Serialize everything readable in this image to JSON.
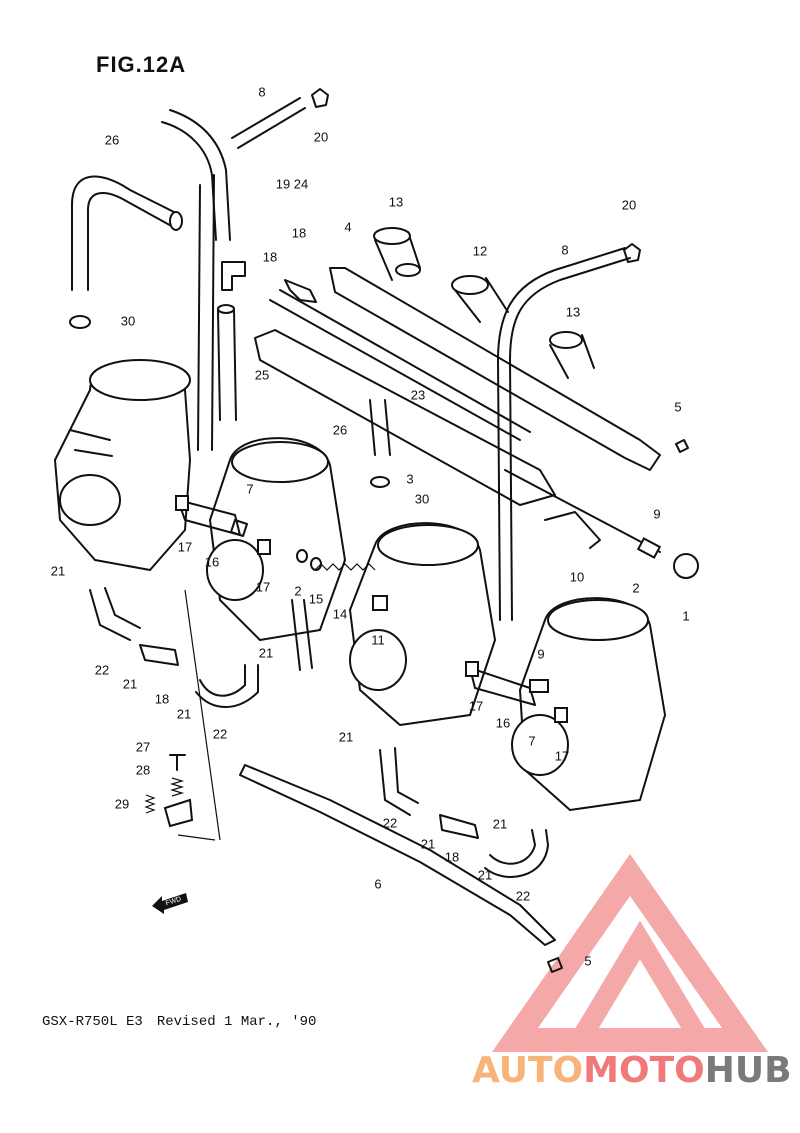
{
  "figure": {
    "title": "FIG.12A",
    "model": "GSX-R750L E3",
    "revision": "Revised 1 Mar., '90",
    "fwd_icon_text": "FWD"
  },
  "callouts": [
    {
      "id": "c8a",
      "text": "8"
    },
    {
      "id": "c20a",
      "text": "20"
    },
    {
      "id": "c26a",
      "text": "26"
    },
    {
      "id": "c1924",
      "text": "19 24"
    },
    {
      "id": "c18a",
      "text": "18"
    },
    {
      "id": "c18b",
      "text": "18"
    },
    {
      "id": "c4",
      "text": "4"
    },
    {
      "id": "c13a",
      "text": "13"
    },
    {
      "id": "c12",
      "text": "12"
    },
    {
      "id": "c20b",
      "text": "20"
    },
    {
      "id": "c8b",
      "text": "8"
    },
    {
      "id": "c13b",
      "text": "13"
    },
    {
      "id": "c30a",
      "text": "30"
    },
    {
      "id": "c25",
      "text": "25"
    },
    {
      "id": "c23",
      "text": "23"
    },
    {
      "id": "c5a",
      "text": "5"
    },
    {
      "id": "c26b",
      "text": "26"
    },
    {
      "id": "c3",
      "text": "3"
    },
    {
      "id": "c30b",
      "text": "30"
    },
    {
      "id": "c7a",
      "text": "7"
    },
    {
      "id": "c9a",
      "text": "9"
    },
    {
      "id": "c17a",
      "text": "17"
    },
    {
      "id": "c16a",
      "text": "16"
    },
    {
      "id": "c21a",
      "text": "21"
    },
    {
      "id": "c17b",
      "text": "17"
    },
    {
      "id": "c2a",
      "text": "2"
    },
    {
      "id": "c15",
      "text": "15"
    },
    {
      "id": "c10",
      "text": "10"
    },
    {
      "id": "c2b",
      "text": "2"
    },
    {
      "id": "c1",
      "text": "1"
    },
    {
      "id": "c14",
      "text": "14"
    },
    {
      "id": "c11",
      "text": "11"
    },
    {
      "id": "c21b",
      "text": "21"
    },
    {
      "id": "c22a",
      "text": "22"
    },
    {
      "id": "c21c",
      "text": "21"
    },
    {
      "id": "c18c",
      "text": "18"
    },
    {
      "id": "c21d",
      "text": "21"
    },
    {
      "id": "c9b",
      "text": "9"
    },
    {
      "id": "c17c",
      "text": "17"
    },
    {
      "id": "c16b",
      "text": "16"
    },
    {
      "id": "c7b",
      "text": "7"
    },
    {
      "id": "c17d",
      "text": "17"
    },
    {
      "id": "c22b",
      "text": "22"
    },
    {
      "id": "c21e",
      "text": "21"
    },
    {
      "id": "c27",
      "text": "27"
    },
    {
      "id": "c28",
      "text": "28"
    },
    {
      "id": "c29",
      "text": "29"
    },
    {
      "id": "c21f",
      "text": "21"
    },
    {
      "id": "c22c",
      "text": "22"
    },
    {
      "id": "c21g",
      "text": "21"
    },
    {
      "id": "c18d",
      "text": "18"
    },
    {
      "id": "c21h",
      "text": "21"
    },
    {
      "id": "c22d",
      "text": "22"
    },
    {
      "id": "c6",
      "text": "6"
    },
    {
      "id": "c5b",
      "text": "5"
    }
  ],
  "watermark": {
    "part1": "AUTO",
    "part2": "MOTO",
    "part3": "HUB",
    "colors": {
      "part1": "#f7b37a",
      "part2": "#f07a7a",
      "part3": "#7a7a7a",
      "logo": "#f28b8b"
    }
  }
}
